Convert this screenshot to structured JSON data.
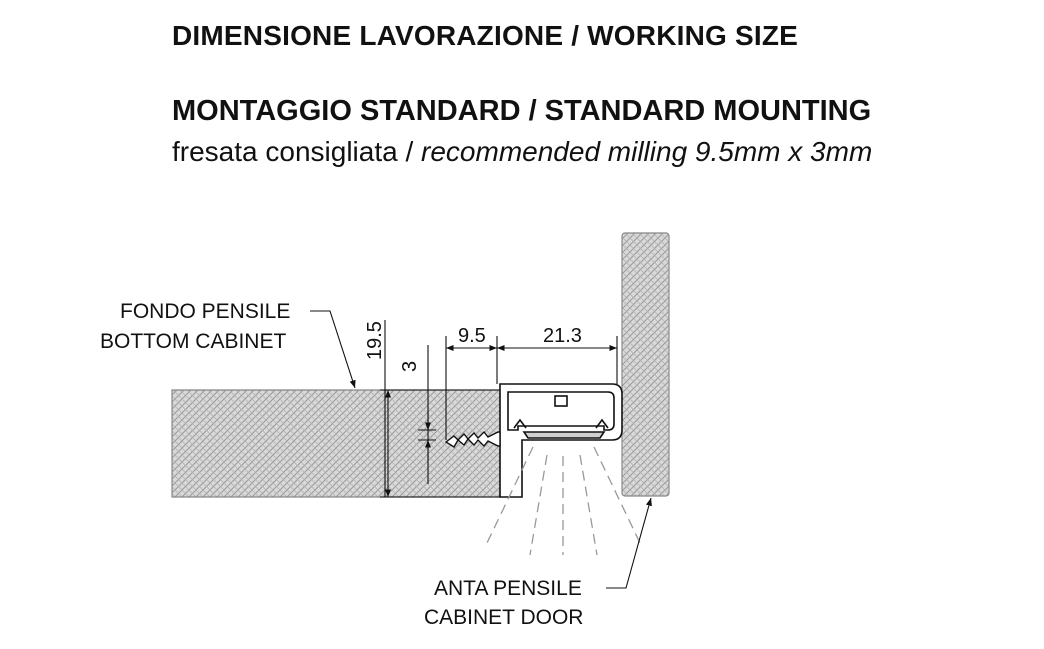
{
  "header": {
    "title": "DIMENSIONE LAVORAZIONE / WORKING SIZE",
    "subtitle": "MONTAGGIO STANDARD / STANDARD MOUNTING",
    "milling_it": "fresata consigliata /",
    "milling_en": "recommended milling 9.5mm x 3mm"
  },
  "labels": {
    "bottom_cabinet_it": "FONDO PENSILE",
    "bottom_cabinet_en": "BOTTOM CABINET",
    "door_it": "ANTA PENSILE",
    "door_en": "CABINET DOOR"
  },
  "dimensions": {
    "height": "19.5",
    "groove_depth": "3",
    "groove_width": "9.5",
    "profile_width": "21.3"
  }
}
